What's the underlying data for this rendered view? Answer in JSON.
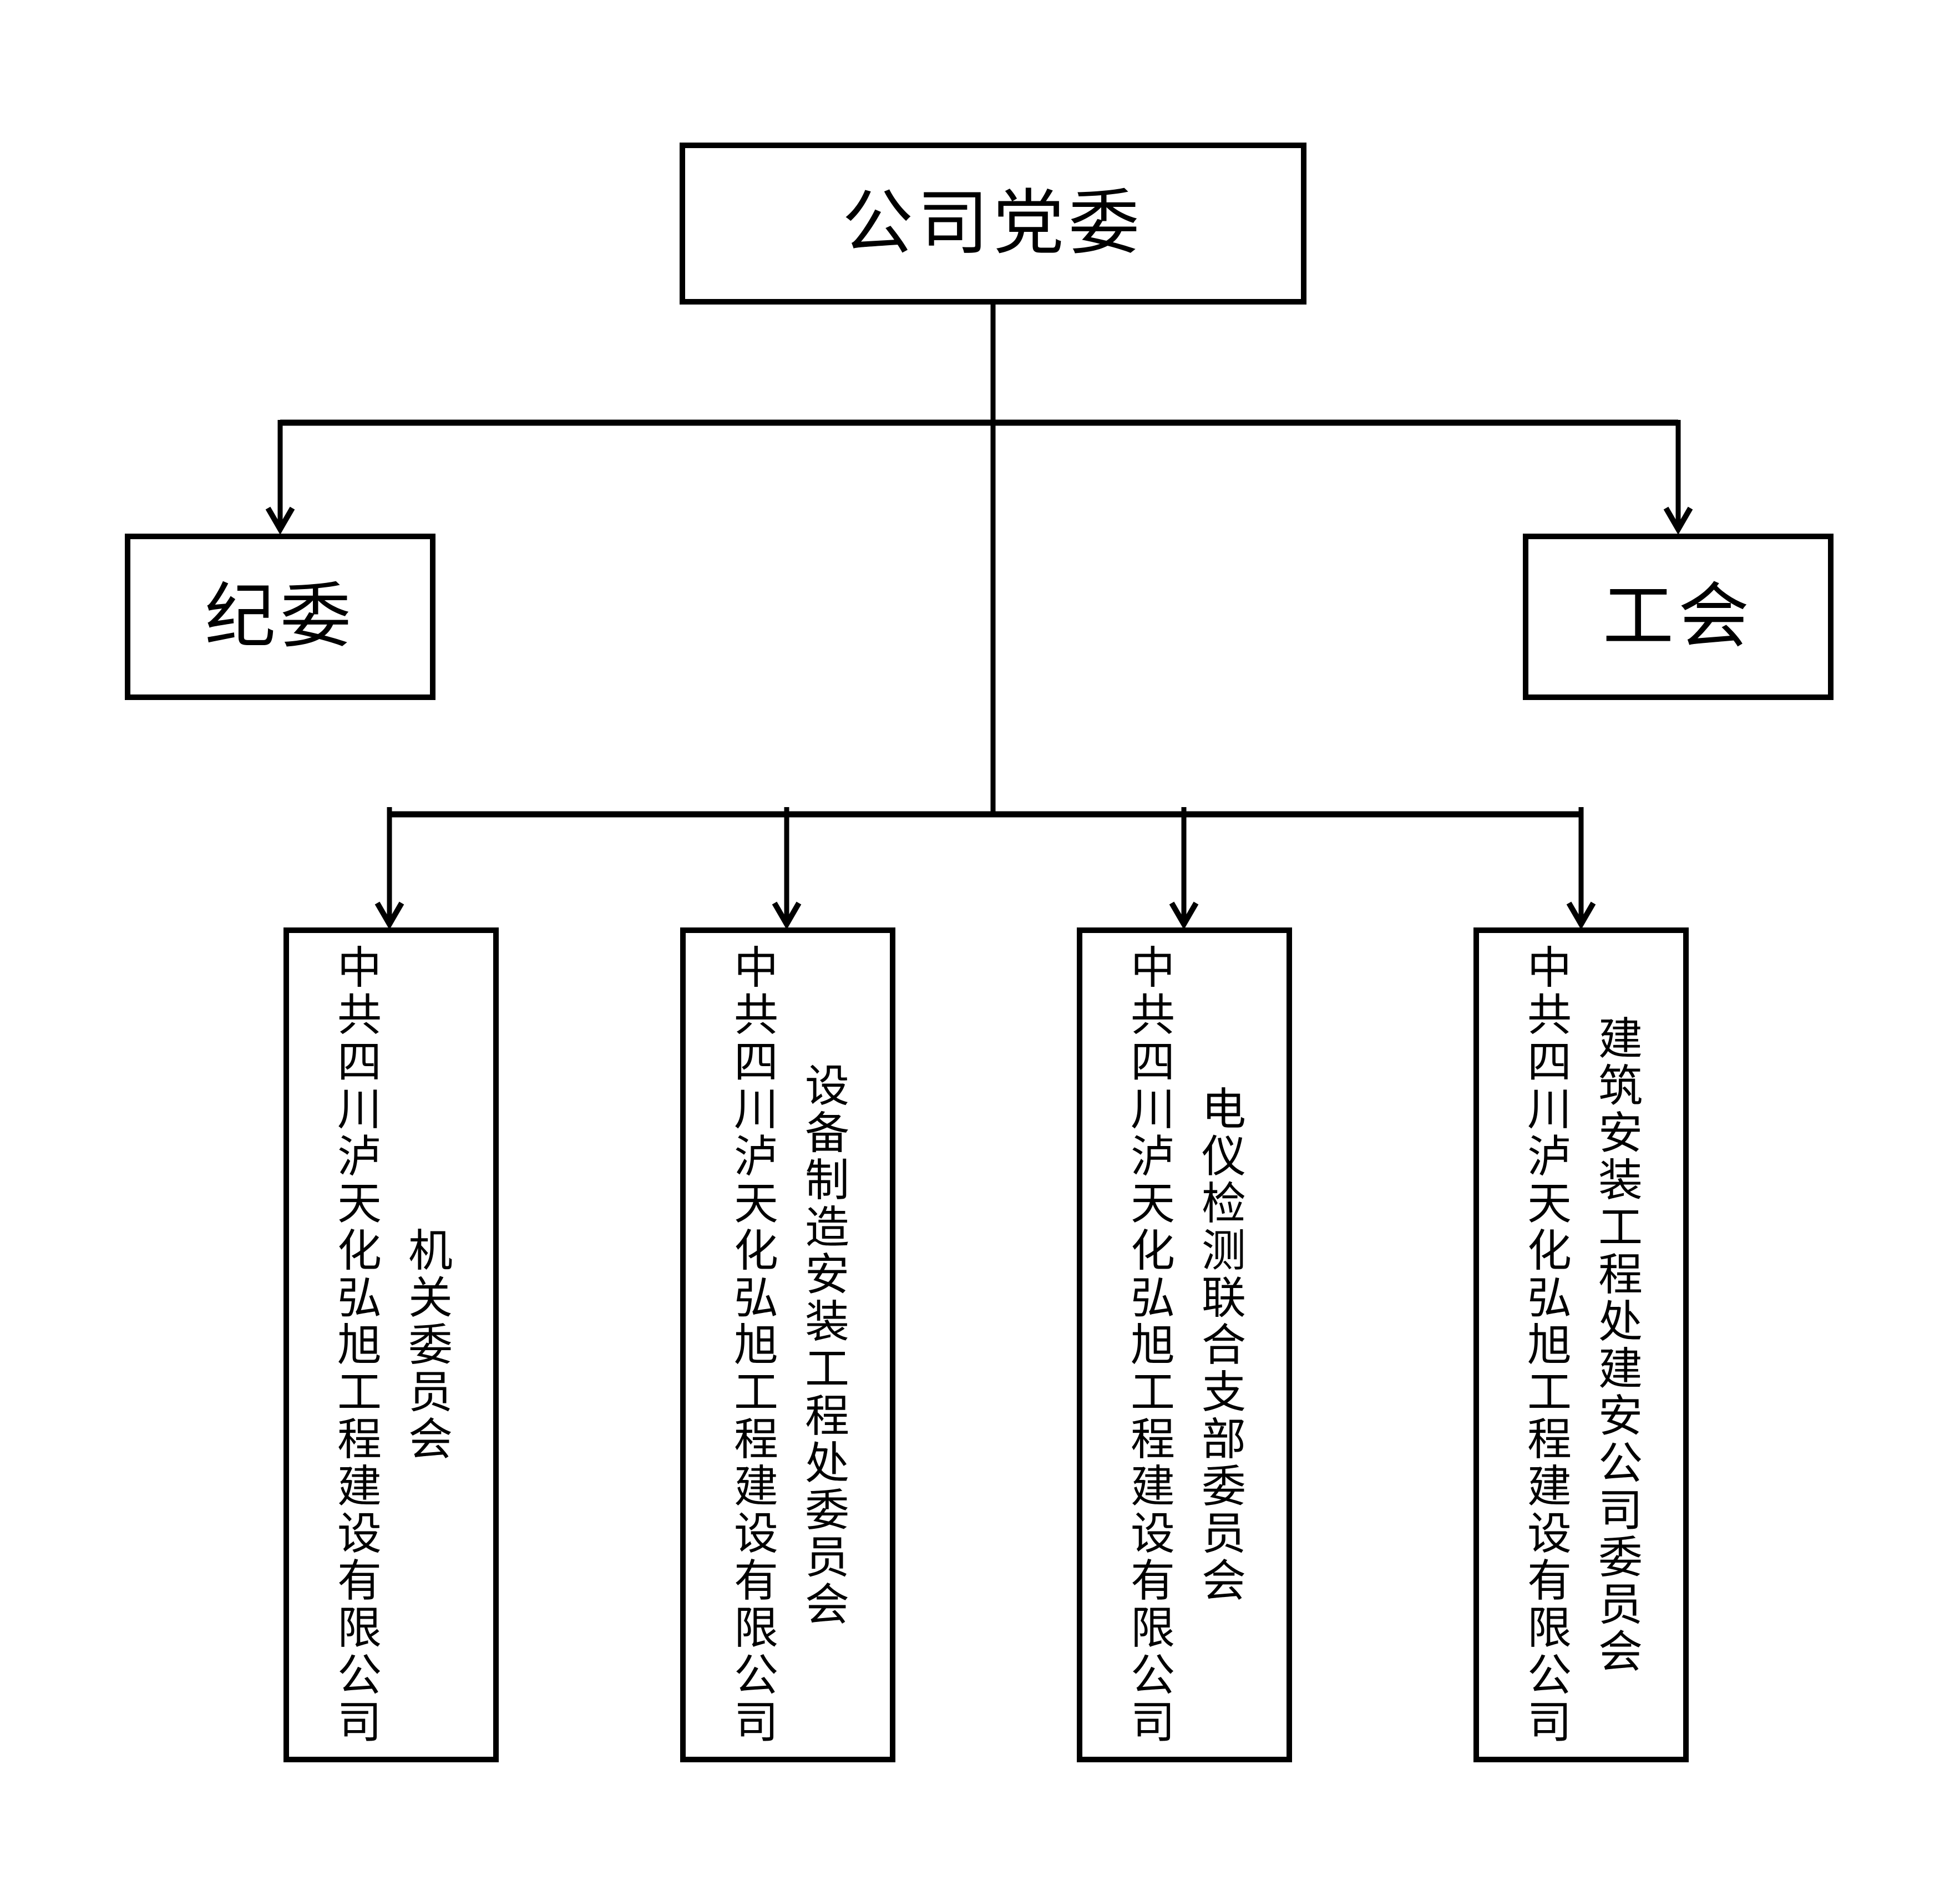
{
  "diagram": {
    "root": {
      "label": "公司党委"
    },
    "left_child": {
      "label": "纪委"
    },
    "right_child": {
      "label": "工会"
    },
    "committees": [
      {
        "company": "中共四川泸天化弘旭工程建设有限公司",
        "name": "机关委员会"
      },
      {
        "company": "中共四川泸天化弘旭工程建设有限公司",
        "name": "设备制造安装工程处委员会"
      },
      {
        "company": "中共四川泸天化弘旭工程建设有限公司",
        "name": "电仪检测联合支部委员会"
      },
      {
        "company": "中共四川泸天化弘旭工程建设有限公司",
        "name": "建筑安装工程处建安公司委员会"
      }
    ]
  },
  "colors": {
    "background": "#ffffff",
    "line": "#000000",
    "text": "#000000"
  }
}
